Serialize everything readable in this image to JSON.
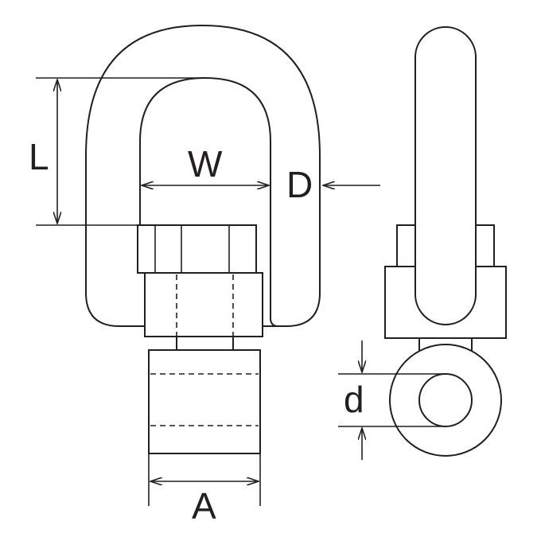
{
  "dimension_labels": {
    "length": "L",
    "width": "W",
    "diameter": "D",
    "pin_diameter": "d",
    "body_width": "A"
  },
  "colors": {
    "line": "#231f20",
    "background": "#ffffff"
  }
}
